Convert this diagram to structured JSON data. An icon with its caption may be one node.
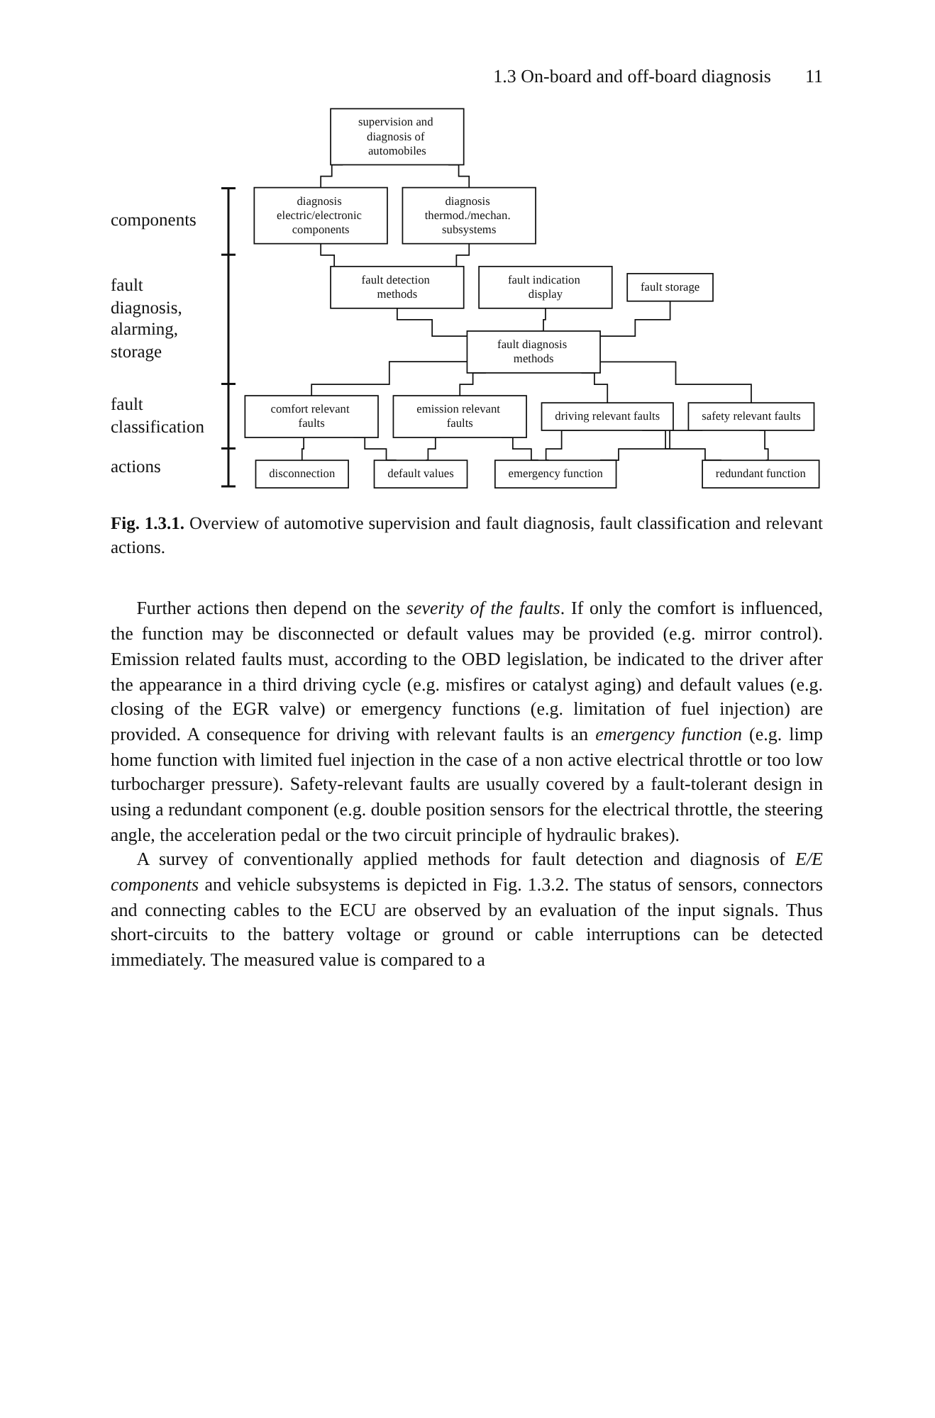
{
  "diagram": {
    "caption": "**Fig. 1.3.1.** Overview of automotive supervision and fault diagnosis, fault classification and relevant actions.",
    "nodes": [
      {
        "text": [
          "supervision and diagnosis of automobiles"
        ]
      },
      {
        "text": [
          "diagnosis electric/electronic components"
        ]
      },
      {
        "text": [
          "diagnosis thermod./mechan. subsystems"
        ]
      },
      {
        "text": [
          "fault detection methods"
        ]
      },
      {
        "text": [
          "fault indication display"
        ]
      },
      {
        "text": [
          "fault diagnosis methods"
        ]
      },
      {
        "text": [
          "fault storage"
        ]
      },
      {
        "text": [
          "comfort relevant faults"
        ]
      },
      {
        "text": [
          "emission relevant faults"
        ]
      },
      {
        "text": [
          "driving relevant faults"
        ]
      },
      {
        "text": [
          "safety relevant faults"
        ]
      },
      {
        "text": [
          "disconnection"
        ]
      },
      {
        "text": [
          "default values"
        ]
      },
      {
        "text": [
          "emergency function"
        ]
      },
      {
        "text": [
          "redundant function"
        ]
      }
    ],
    "edges": [
      {
        "from": 0,
        "to": 1,
        "arrow": "none"
      },
      {
        "from": 0,
        "to": 2,
        "arrow": "none"
      },
      {
        "from": 1,
        "to": 3,
        "arrow": "none"
      },
      {
        "from": 2,
        "to": 3,
        "arrow": "none"
      },
      {
        "from": 3,
        "to": 5,
        "arrow": "none"
      },
      {
        "from": 4,
        "to": 5,
        "arrow": "none"
      },
      {
        "from": 6,
        "to": 5,
        "arrow": "none"
      },
      {
        "from": 5,
        "to": 7,
        "arrow": "none"
      },
      {
        "from": 5,
        "to": 8,
        "arrow": "none"
      },
      {
        "from": 5,
        "to": 9,
        "arrow": "none"
      },
      {
        "from": 5,
        "to": 10,
        "arrow": "none"
      },
      {
        "from": 7,
        "to": 11,
        "arrow": "none"
      },
      {
        "from": 7,
        "to": 12,
        "arrow": "none"
      },
      {
        "from": 8,
        "to": 12,
        "arrow": "none"
      },
      {
        "from": 8,
        "to": 13,
        "arrow": "none"
      },
      {
        "from": 9,
        "to": 13,
        "arrow": "none"
      },
      {
        "from": 9,
        "to": 14,
        "arrow": "none"
      },
      {
        "from": 10,
        "to": 13,
        "arrow": "none"
      },
      {
        "from": 10,
        "to": 14,
        "arrow": "none"
      }
    ],
    "labels": [
      "1.3 On-board and off-board diagnosis",
      "11",
      "components",
      "fault diagnosis, alarming, storage",
      "fault classification",
      "actions",
      "Further actions then depend on the *severity of the faults*. If only the comfort is influenced, the function may be disconnected or default values may be provided (e.g. mirror control). Emission related faults must, according to the OBD legislation, be indicated to the driver after the appearance in a third driving cycle (e.g. misfires or catalyst aging) and default values (e.g. closing of the EGR valve) or emergency functions (e.g. limitation of fuel injection) are provided. A consequence for driving with relevant faults is an *emergency function* (e.g. limp home function with limited fuel injection in the case of a non active electrical throttle or too low turbocharger pressure). Safety-relevant faults are usually covered by a fault-tolerant design in using a redundant component (e.g. double position sensors for the electrical throttle, the steering angle, the acceleration pedal or the two circuit principle of hydraulic brakes).",
      "A survey of conventionally applied methods for fault detection and diagnosis of *E/E components* and vehicle subsystems is depicted in Fig. 1.3.2. The status of sensors, connectors and connecting cables to the ECU are observed by an evaluation of the input signals. Thus short-circuits to the battery voltage or ground or cable interruptions can be detected immediately. The measured value is compared to a"
    ]
  }
}
